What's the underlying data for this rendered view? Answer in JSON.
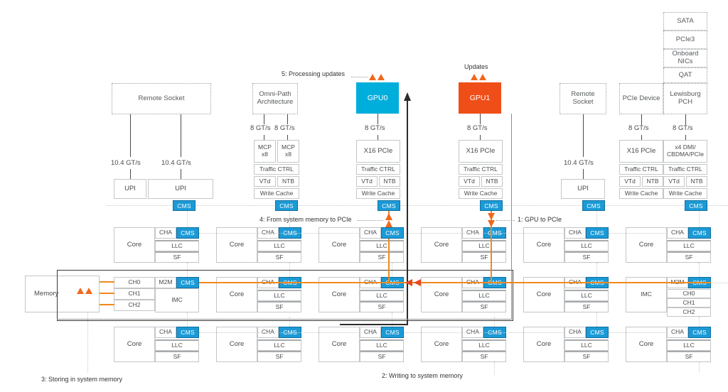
{
  "colors": {
    "gpu0": "#00aedb",
    "gpu1": "#f04e18",
    "cms": "#1b9ad6",
    "path_orange": "#f08a1e",
    "path_black": "#2b2b2b"
  },
  "annotations": {
    "step1": "1: GPU to PCIe",
    "step2": "2: Writing to system memory",
    "step3": "3: Storing in system memory",
    "step4": "4: From system memory to PCIe",
    "step5": "5: Processing updates",
    "updates": "Updates"
  },
  "top_blocks": {
    "remote_socket_left": "Remote Socket",
    "remote_socket_right": "Remote Socket",
    "omnipath": "Omni-Path Architecture",
    "gpu0": "GPU0",
    "gpu1": "GPU1",
    "pcie_device": "PCIe Device",
    "pch_stack": [
      "SATA",
      "PCIe3",
      "Onboard NICs",
      "QAT",
      "Lewisburg PCH"
    ]
  },
  "link_speeds": {
    "upi": "10.4 GT/s",
    "pcie": "8 GT/s"
  },
  "io_columns": [
    {
      "name": "upi-left",
      "speeds": [
        "10.4 GT/s",
        "10.4 GT/s"
      ],
      "ports": [
        "UPI",
        "UPI"
      ],
      "stack": []
    },
    {
      "name": "omnipath",
      "speeds": [
        "8 GT/s",
        "8 GT/s"
      ],
      "ports": [
        "MCP x8",
        "MCP x8"
      ],
      "stack": [
        "Traffic CTRL",
        "VTd",
        "NTB",
        "Write Cache"
      ]
    },
    {
      "name": "gpu0-port",
      "speeds": [
        "8 GT/s"
      ],
      "ports": [
        "X16 PCIe"
      ],
      "stack": [
        "Traffic CTRL",
        "VTd",
        "NTB",
        "Write Cache"
      ]
    },
    {
      "name": "gpu1-port",
      "speeds": [
        "8 GT/s"
      ],
      "ports": [
        "X16 PCIe"
      ],
      "stack": [
        "Traffic CTRL",
        "VTd",
        "NTB",
        "Write Cache"
      ]
    },
    {
      "name": "upi-right",
      "speeds": [
        "10.4 GT/s"
      ],
      "ports": [
        "UPI"
      ],
      "stack": []
    },
    {
      "name": "pcie-device-port",
      "speeds": [
        "8 GT/s"
      ],
      "ports": [
        "X16 PCIe"
      ],
      "stack": [
        "Traffic CTRL",
        "VTd",
        "NTB",
        "Write Cache"
      ]
    },
    {
      "name": "pch-port",
      "speeds": [
        "8 GT/s"
      ],
      "ports": [
        "x4 DMI/ CBDMA/PCIe"
      ],
      "stack": [
        "Traffic CTRL",
        "VTd",
        "NTB",
        "Write Cache"
      ]
    }
  ],
  "mesh": {
    "cms_label": "CMS",
    "core_label": "Core",
    "cha_label": "CHA",
    "llc_label": "LLC",
    "sf_label": "SF",
    "m2m_label": "M2M",
    "imc_label": "IMC",
    "memory_label": "Memory",
    "channels": [
      "CH0",
      "CH1",
      "CH2"
    ],
    "rows": [
      {
        "name": "core-row-1",
        "tiles": [
          "core",
          "core",
          "core",
          "core",
          "core",
          "core"
        ]
      },
      {
        "name": "memory-row",
        "tiles": [
          "imc-left",
          "core",
          "core",
          "core",
          "core",
          "imc-right"
        ]
      },
      {
        "name": "core-row-3",
        "tiles": [
          "core",
          "core",
          "core",
          "core",
          "core",
          "core"
        ]
      }
    ]
  }
}
